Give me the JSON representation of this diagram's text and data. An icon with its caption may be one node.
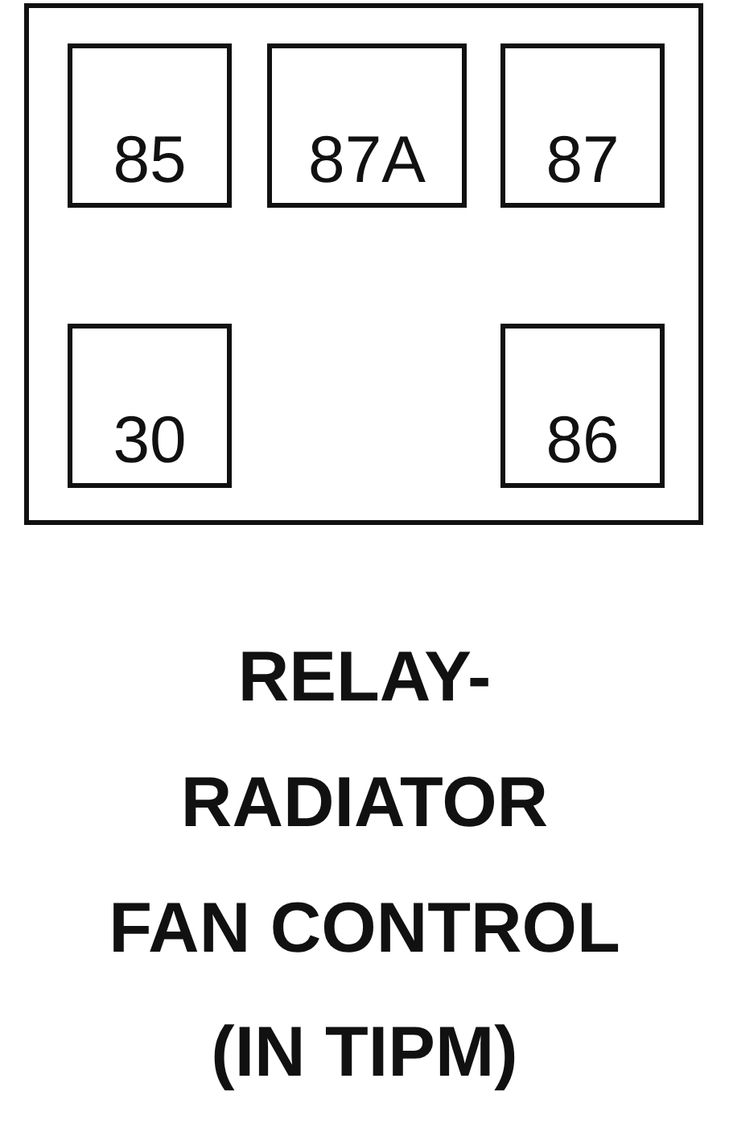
{
  "diagram": {
    "nodes": [
      {
        "text": [],
        "shape": "box"
      },
      {
        "text": [
          "85"
        ],
        "in": 0
      },
      {
        "text": [
          "87A"
        ],
        "in": 0
      },
      {
        "text": [
          "87"
        ],
        "in": 0
      },
      {
        "text": [
          "30"
        ],
        "in": 0
      },
      {
        "text": [
          "86"
        ],
        "in": 0
      }
    ],
    "labels": [
      "RELAY-",
      "RADIATOR",
      "FAN CONTROL",
      "(IN TIPM)"
    ]
  }
}
